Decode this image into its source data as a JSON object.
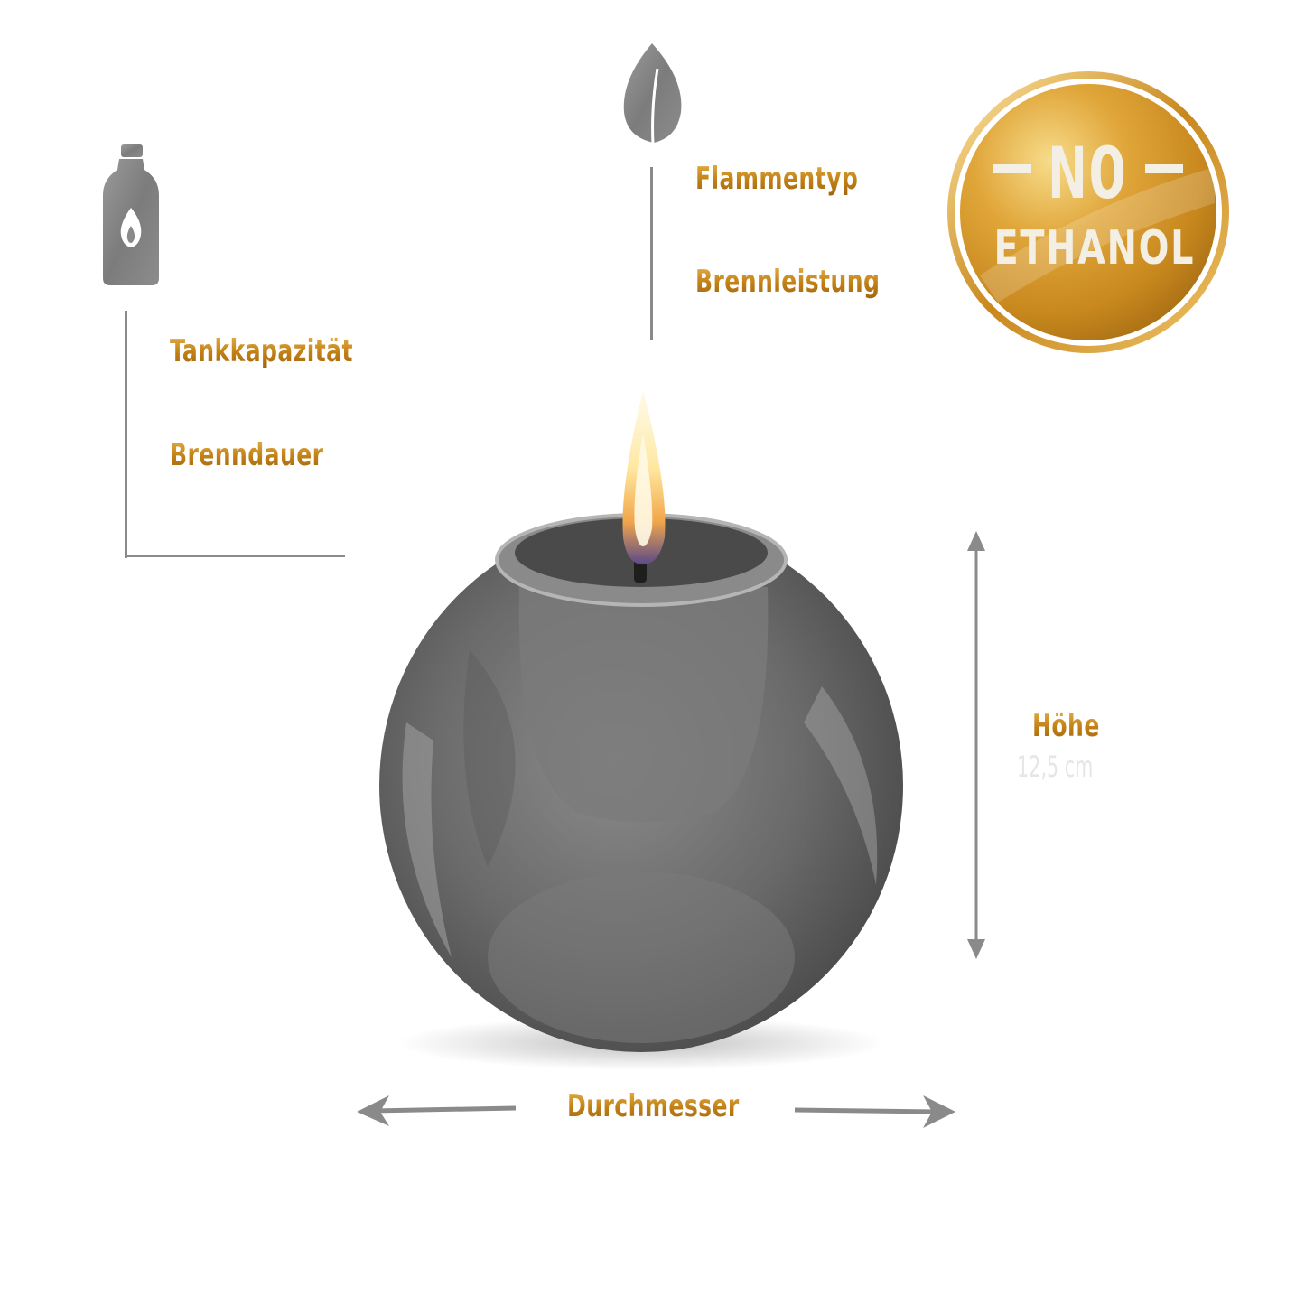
{
  "specs": {
    "tank_capacity_label": "Tankkapazität",
    "burn_time_label": "Brenndauer",
    "flame_type_label": "Flammentyp",
    "burn_power_label": "Brennleistung",
    "height_label": "Höhe",
    "height_value": "12,5 cm",
    "diameter_label": "Durchmesser"
  },
  "badge": {
    "line1": "NO",
    "line2": "ETHANOL"
  },
  "icons": {
    "bottle": "bottle-flame-icon",
    "leaf": "leaf-icon"
  },
  "colors": {
    "gold": "#c8881e",
    "gray": "#8a8a8a",
    "glass": "#6e6e6e"
  }
}
